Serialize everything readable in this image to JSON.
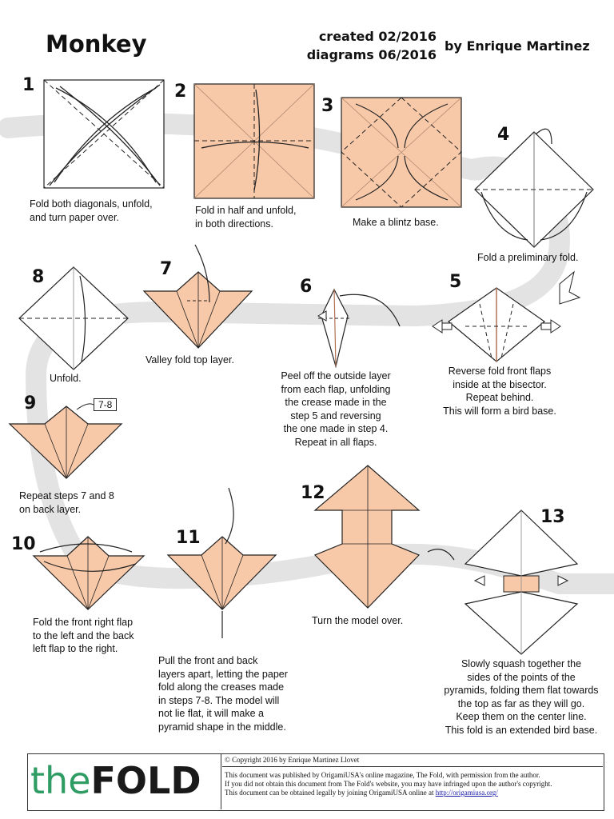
{
  "header": {
    "title": "Monkey",
    "created": "created 02/2016",
    "diagrams": "diagrams 06/2016",
    "author": "by Enrique Martinez"
  },
  "steps": [
    {
      "num": "1",
      "caption": "Fold both diagonals, unfold,\nand turn paper over."
    },
    {
      "num": "2",
      "caption": "Fold in half and unfold,\nin both directions."
    },
    {
      "num": "3",
      "caption": "Make a blintz base."
    },
    {
      "num": "4",
      "caption": "Fold a preliminary fold."
    },
    {
      "num": "5",
      "caption": "Reverse fold front flaps\ninside at the bisector.\nRepeat behind.\nThis will form a bird base."
    },
    {
      "num": "6",
      "caption": "Peel off the outside layer\nfrom each flap, unfolding\nthe crease made in the\nstep 5 and reversing\nthe one made in step 4.\nRepeat in all flaps."
    },
    {
      "num": "7",
      "caption": "Valley fold top layer."
    },
    {
      "num": "8",
      "caption": "Unfold."
    },
    {
      "num": "9",
      "caption": "Repeat steps 7 and 8\non back layer.",
      "badge": "7-8"
    },
    {
      "num": "10",
      "caption": "Fold the front right flap\nto the left and the back\nleft flap to the right."
    },
    {
      "num": "11",
      "caption": "Pull the front and back\nlayers apart, letting the paper\nfold along the creases made\nin steps 7-8. The model will\nnot lie flat, it will make a\npyramid shape in the middle."
    },
    {
      "num": "12",
      "caption": "Turn the model over."
    },
    {
      "num": "13",
      "caption": "Slowly squash together the\nsides of the points of the\npyramids, folding them flat towards\nthe top as far as they will go.\nKeep them on the center line.\nThis fold is an extended bird base."
    }
  ],
  "footer": {
    "logo_the": "the",
    "logo_fold": "FOLD",
    "copyright": "© Copyright 2016 by Enrique Martinez Llovet",
    "line1": "This document was published by OrigamiUSA's online magazine, The Fold, with permission from the author.",
    "line2": "If you did not obtain this document from The Fold's website, you may have infringed upon the author's copyright.",
    "line3": "This document can be obtained legally by joining OrigamiUSA online at",
    "link": "http://origamiusa.org/"
  },
  "colors": {
    "paper": "#f8c9a9",
    "path": "#e3e3e3",
    "logo_green": "#2e9c63"
  }
}
